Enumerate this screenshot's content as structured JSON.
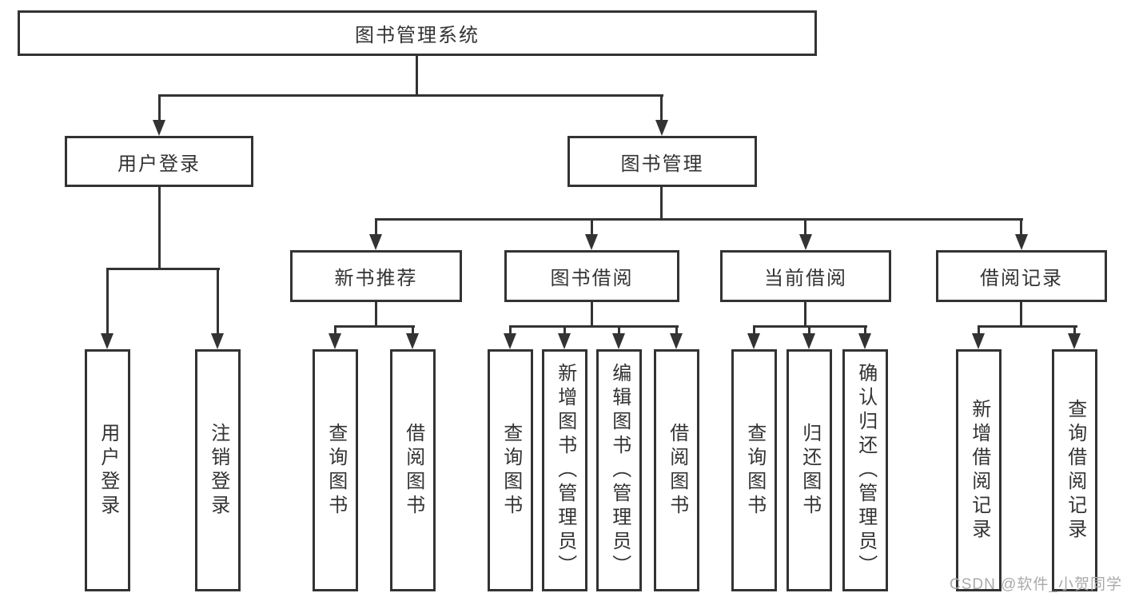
{
  "diagram": {
    "tree": {
      "label": "图书管理系统",
      "children": [
        {
          "label": "用户登录",
          "children": [
            {
              "label": "用户登录"
            },
            {
              "label": "注销登录"
            }
          ]
        },
        {
          "label": "图书管理",
          "children": [
            {
              "label": "新书推荐",
              "children": [
                {
                  "label": "查询图书"
                },
                {
                  "label": "借阅图书"
                }
              ]
            },
            {
              "label": "图书借阅",
              "children": [
                {
                  "label": "查询图书"
                },
                {
                  "label": "新增图书（管理员）"
                },
                {
                  "label": "编辑图书（管理员）"
                },
                {
                  "label": "借阅图书"
                }
              ]
            },
            {
              "label": "当前借阅",
              "children": [
                {
                  "label": "查询图书"
                },
                {
                  "label": "归还图书"
                },
                {
                  "label": "确认归还（管理员）"
                }
              ]
            },
            {
              "label": "借阅记录",
              "children": [
                {
                  "label": "新增借阅记录"
                },
                {
                  "label": "查询借阅记录"
                }
              ]
            }
          ]
        }
      ]
    }
  },
  "watermark": {
    "text": "CSDN @软件_小贺同学"
  },
  "colors": {
    "line": "#333333",
    "text": "#333333",
    "background": "#ffffff",
    "watermark": "#aaaaaa"
  }
}
